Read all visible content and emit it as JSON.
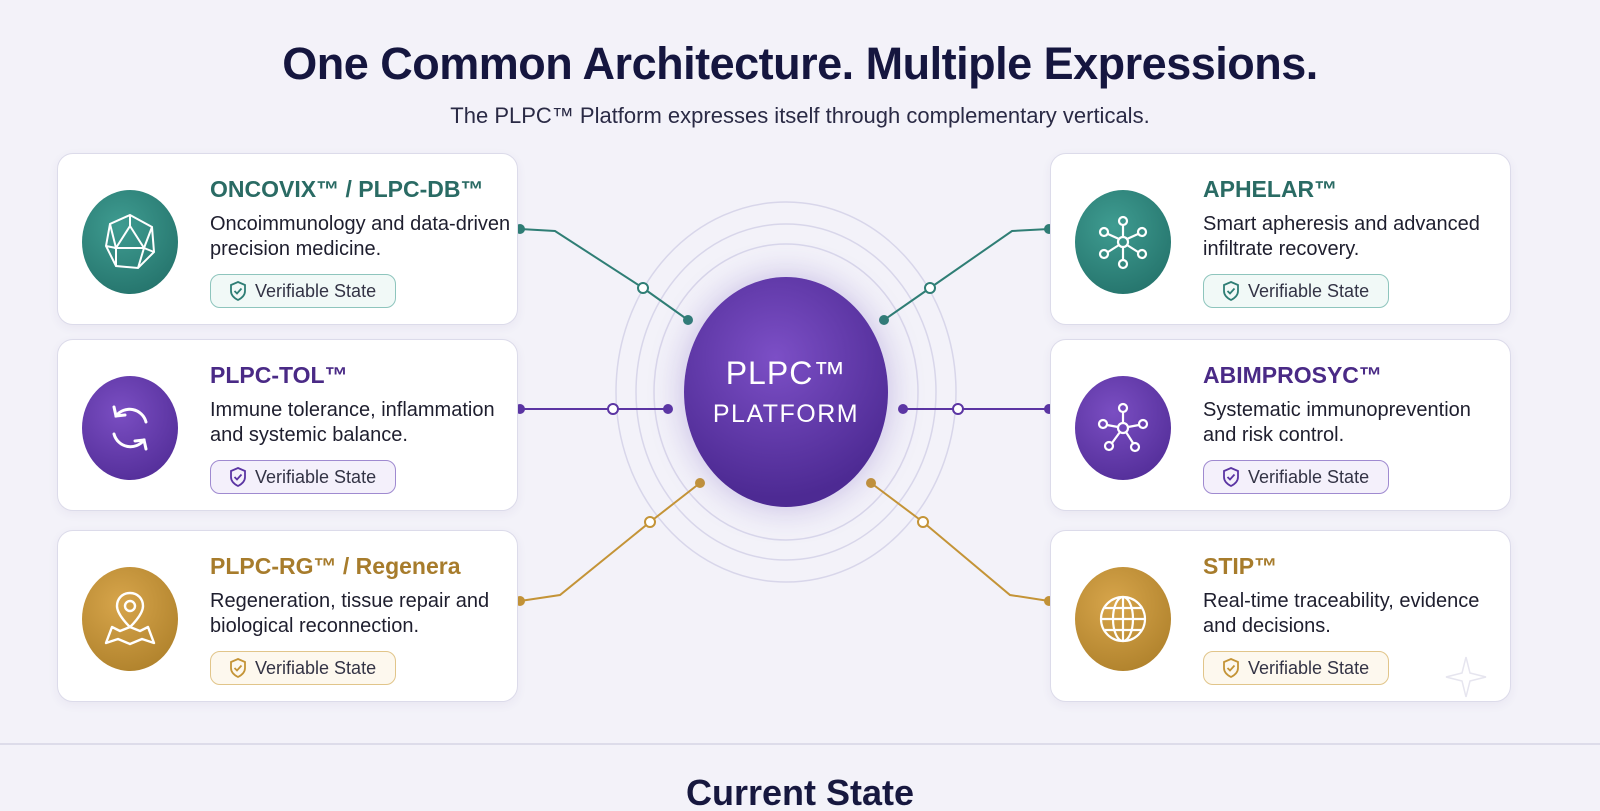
{
  "header": {
    "title": "One Common Architecture. Multiple Expressions.",
    "subtitle": "The PLPC™ Platform expresses itself through complementary verticals."
  },
  "hub": {
    "line1": "PLPC™",
    "line2": "PLATFORM"
  },
  "cards": [
    {
      "name": "ONCOVIX™ / PLPC-DB™",
      "desc": "Oncoimmunology and data-driven precision medicine.",
      "badge": "Verifiable State",
      "icon": "polyhedron-icon",
      "accent": "#2a6b64"
    },
    {
      "name": "PLPC-TOL™",
      "desc": "Immune tolerance, inflammation and systemic balance.",
      "badge": "Verifiable State",
      "icon": "refresh-cycle-icon",
      "accent": "#4a2a86"
    },
    {
      "name": "PLPC-RG™ / Regenera",
      "desc": "Regeneration, tissue repair and biological reconnection.",
      "badge": "Verifiable State",
      "icon": "map-pin-icon",
      "accent": "#a77c2c"
    },
    {
      "name": "APHELAR™",
      "desc": "Smart apheresis and advanced infiltrate recovery.",
      "badge": "Verifiable State",
      "icon": "network-nodes-icon",
      "accent": "#2a6b64"
    },
    {
      "name": "ABIMPROSYC™",
      "desc": "Systematic immunoprevention and risk control.",
      "badge": "Verifiable State",
      "icon": "molecule-icon",
      "accent": "#4a2a86"
    },
    {
      "name": "STIP™",
      "desc": "Real-time traceability, evidence and decisions.",
      "badge": "Verifiable State",
      "icon": "globe-icon",
      "accent": "#a77c2c"
    }
  ],
  "footer": {
    "title": "Current State"
  }
}
